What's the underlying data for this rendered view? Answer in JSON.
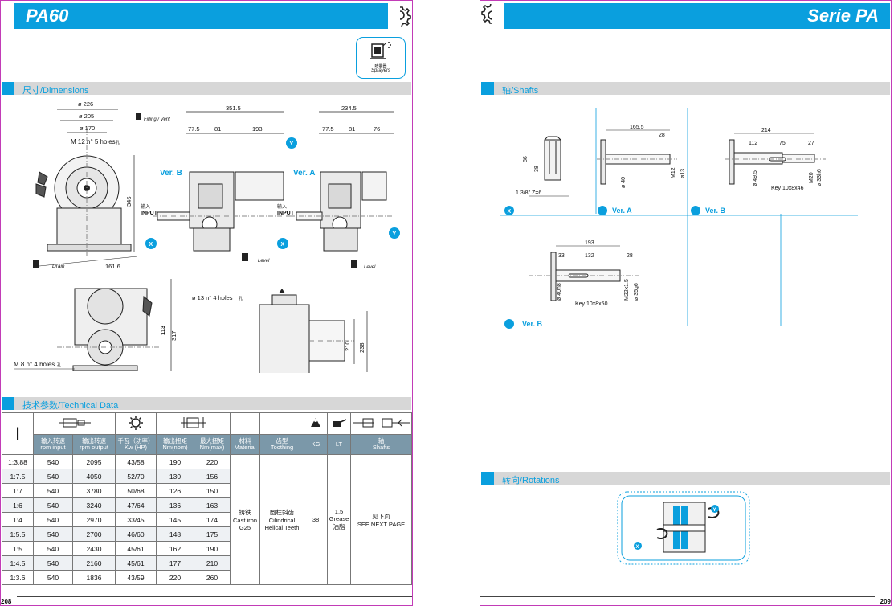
{
  "left": {
    "title": "PA60",
    "sprayers": {
      "cn": "喷雾器",
      "en": "Sprayers"
    },
    "section_dimensions": "尺寸/Dimensions",
    "section_technical": "技术参数/Technical Data",
    "dim": {
      "d226": "ø 226",
      "d205": "ø 205",
      "d170": "ø 170",
      "m12": "M 12 n° 5 holes",
      "hole_cn": "孔",
      "filling": "Filling / Vent",
      "d351": "351.5",
      "d77a": "77.5",
      "d81a": "81",
      "d193": "193",
      "d234": "234.5",
      "d77b": "77.5",
      "d81b": "81",
      "d76": "76",
      "verB": "Ver. B",
      "verA": "Ver. A",
      "d346": "346",
      "input_cn": "输入",
      "input": "INPUT",
      "level": "Level",
      "drain": "Drain",
      "d161": "161.6",
      "d13holes": "ø 13 n° 4 holes",
      "d113": "113",
      "d317": "317",
      "d210": "210",
      "d238": "238",
      "m8": "M 8 n° 4 holes",
      "x": "X",
      "y": "Y"
    },
    "table": {
      "col_i": "I",
      "headers": [
        {
          "cn": "输入转速",
          "en": "rpm input"
        },
        {
          "cn": "输出转速",
          "en": "rpm output"
        },
        {
          "cn": "千瓦（功率）",
          "en": "Kw (HP)"
        },
        {
          "cn": "输出扭矩",
          "en": "Nm(nom)"
        },
        {
          "cn": "最大扭矩",
          "en": "Nm(max)"
        },
        {
          "cn": "材料",
          "en": "Material"
        },
        {
          "cn": "齿型",
          "en": "Toothing"
        },
        {
          "cn": "",
          "en": "KG"
        },
        {
          "cn": "",
          "en": "LT"
        },
        {
          "cn": "轴",
          "en": "Shafts"
        }
      ],
      "rows": [
        [
          "1:3.88",
          "540",
          "2095",
          "43/58",
          "190",
          "220"
        ],
        [
          "1:7.5",
          "540",
          "4050",
          "52/70",
          "130",
          "156"
        ],
        [
          "1:7",
          "540",
          "3780",
          "50/68",
          "126",
          "150"
        ],
        [
          "1:6",
          "540",
          "3240",
          "47/64",
          "136",
          "163"
        ],
        [
          "1:4",
          "540",
          "2970",
          "33/45",
          "145",
          "174"
        ],
        [
          "1:5.5",
          "540",
          "2700",
          "46/60",
          "148",
          "175"
        ],
        [
          "1:5",
          "540",
          "2430",
          "45/61",
          "162",
          "190"
        ],
        [
          "1:4.5",
          "540",
          "2160",
          "45/61",
          "177",
          "210"
        ],
        [
          "1:3.6",
          "540",
          "1836",
          "43/59",
          "220",
          "260"
        ]
      ],
      "material": {
        "cn": "铸铁",
        "l1": "Cast iron",
        "l2": "G25"
      },
      "toothing": {
        "cn": "圆柱斜齿",
        "l1": "Cilindrical",
        "l2": "Helical Teeth"
      },
      "kg": "38",
      "lt": {
        "l1": "1.5",
        "l2": "Grease",
        "cn": "油脂"
      },
      "shafts": {
        "cn": "见下页",
        "en": "SEE NEXT PAGE"
      }
    },
    "page_number": "208"
  },
  "right": {
    "title": "Serie PA",
    "section_shafts": "轴/Shafts",
    "section_rotations": "转向/Rotations",
    "shafts": {
      "x": {
        "d86": "86",
        "d38": "38",
        "spline": "1 3/8\" Z=6",
        "label": "X"
      },
      "a": {
        "d165": "165.5",
        "d28": "28",
        "d40": "ø 40",
        "m12": "M12",
        "d13": "ø13",
        "label": "Ver. A"
      },
      "b1": {
        "d214": "214",
        "d112": "112",
        "d75": "75",
        "d27": "27",
        "d495": "ø 49.5",
        "key": "Key 10x8x46",
        "m20": "M20",
        "d33": "ø 33h6",
        "label": "Ver. B"
      },
      "b2": {
        "d193": "193",
        "d33": "33",
        "d132": "132",
        "d28": "28",
        "d40": "ø 40h8",
        "key": "Key 10x8x50",
        "m22": "M22x1.5",
        "d35": "ø 35g6",
        "label": "Ver. B"
      }
    },
    "rot": {
      "x": "X",
      "y": "Y"
    },
    "page_number": "209"
  }
}
